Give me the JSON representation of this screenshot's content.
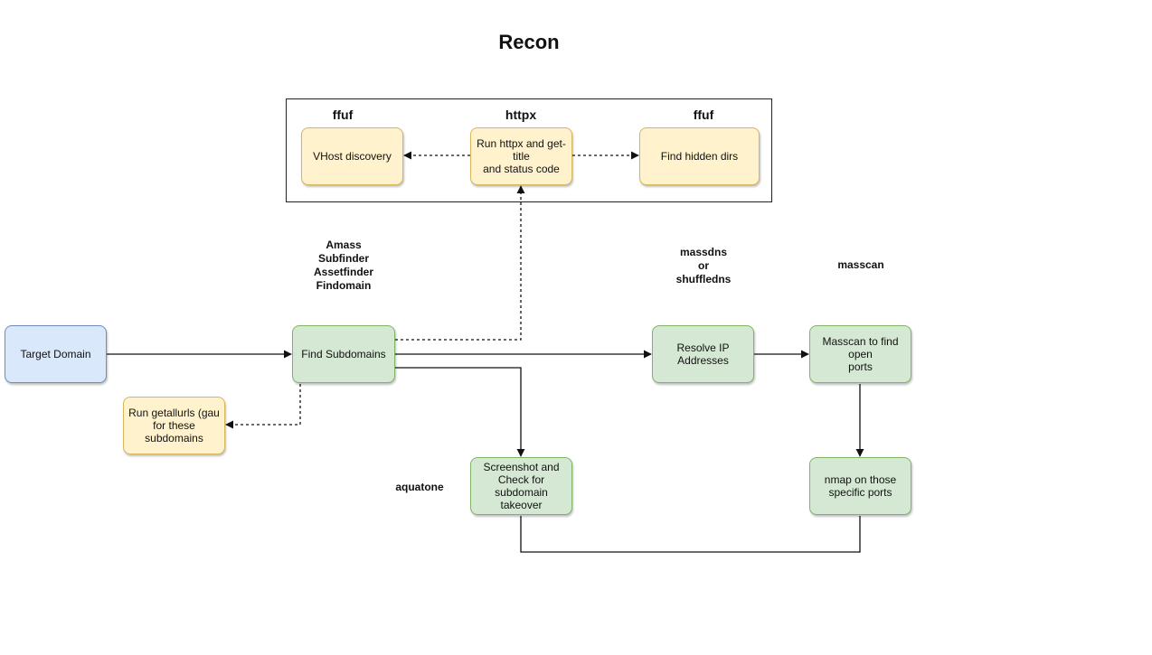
{
  "title": "Recon",
  "nodes": {
    "target_domain": "Target Domain",
    "find_subdomains": "Find Subdomains",
    "vhost_discovery": "VHost discovery",
    "run_httpx": "Run httpx and get-title\nand status code",
    "find_hidden_dirs": "Find hidden dirs",
    "run_getallurls": "Run getallurls (gau\nfor these subdomains",
    "screenshot_check": "Screenshot and\nCheck for subdomain\ntakeover",
    "resolve_ip": "Resolve IP\nAddresses",
    "masscan_ports": "Masscan to find open\nports",
    "nmap_ports": "nmap on those\nspecific ports"
  },
  "tools": {
    "ffuf_left": "ffuf",
    "httpx": "httpx",
    "ffuf_right": "ffuf",
    "subdomain_tools": "Amass\nSubfinder\nAssetfinder\nFindomain",
    "dns_tools": "massdns\nor\nshuffledns",
    "masscan": "masscan",
    "aquatone": "aquatone"
  },
  "colors": {
    "start_fill": "#dae8fc",
    "process_fill": "#d5e8d4",
    "auxiliary_fill": "#fff2cc"
  }
}
